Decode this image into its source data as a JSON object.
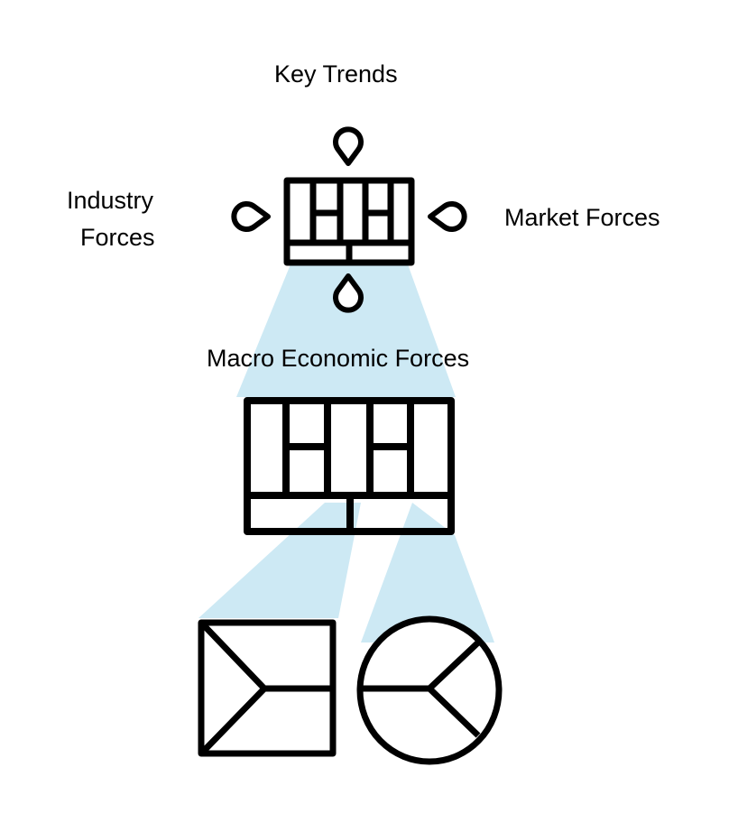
{
  "labels": {
    "key_trends": "Key Trends",
    "industry_forces_line1": "Industry",
    "industry_forces_line2": "Forces",
    "market_forces": "Market Forces",
    "macro_economic_forces": "Macro Economic Forces"
  },
  "colors": {
    "beam": "#cde9f4",
    "stroke": "#000000"
  }
}
